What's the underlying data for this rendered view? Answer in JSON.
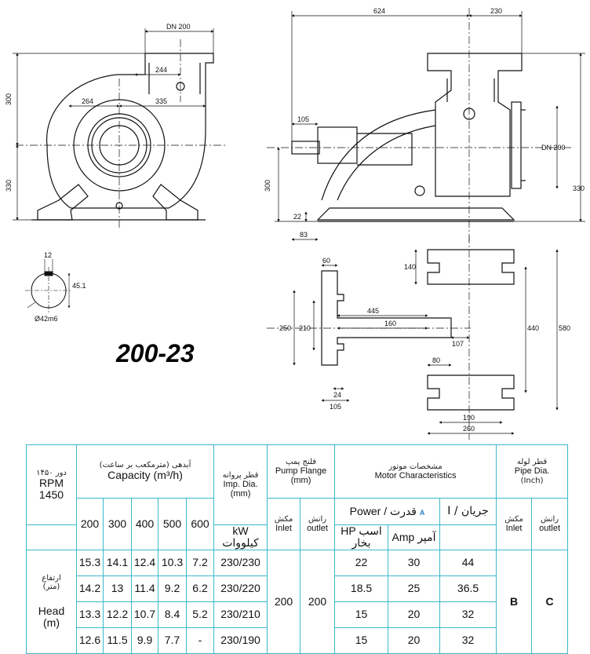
{
  "model_title": "200-23",
  "dimensions": {
    "front_view": {
      "dn_outlet": "DN 200",
      "d244": "244",
      "d264": "264",
      "d335": "335",
      "d300": "300",
      "d330": "330"
    },
    "side_view": {
      "d624": "624",
      "d230": "230",
      "d105": "105",
      "dn_inlet": "DN 200",
      "d300": "300",
      "d330": "330",
      "d22": "22",
      "d83": "83"
    },
    "shaft": {
      "key_width": "12",
      "key_height": "45.1",
      "diameter": "Ø42m6"
    },
    "base": {
      "d60": "60",
      "d250": "250",
      "d210": "210",
      "d445": "445",
      "d160": "160",
      "d107": "107",
      "d80": "80",
      "d24": "24",
      "d105": "105",
      "d140": "140",
      "d440": "440",
      "d580": "580",
      "d190": "190",
      "d260": "260"
    }
  },
  "table": {
    "rpm": {
      "fa": "دور ۱۴۵۰",
      "label": "RPM",
      "value": "1450"
    },
    "capacity": {
      "fa": "آبدهی (مترمکعب بر ساعت)",
      "en": "Capacity (m³/h)",
      "values": [
        "200",
        "300",
        "400",
        "500",
        "600"
      ]
    },
    "impeller": {
      "fa": "قطر پروانه",
      "en": "Imp. Dia.",
      "unit": "(mm)"
    },
    "flange": {
      "fa": "فلنج پمپ",
      "en": "Pump Flange",
      "unit": "(mm)",
      "inlet_fa": "مکش",
      "inlet": "Inlet",
      "outlet_fa": "رانش",
      "outlet": "outlet",
      "inlet_value": "200",
      "outlet_value": "200"
    },
    "motor": {
      "fa": "مشخصات موتور",
      "en": "Motor Characteristics",
      "power": "Power  /  قدرت",
      "power_marker": "A",
      "current": "جریان / I",
      "kw_label": "kW  کیلووات",
      "hp_label": "HP  اسب بخار",
      "amp_label": "Amp   آمپر"
    },
    "pipe": {
      "fa": "قطر لوله",
      "en": "Pipe Dia.",
      "unit": "(Inch)",
      "inlet_fa": "مکش",
      "inlet": "Inlet",
      "outlet_fa": "رانش",
      "outlet": "outlet",
      "inlet_value": "B",
      "outlet_value": "C"
    },
    "head": {
      "fa": "ارتفاع",
      "fa_unit": "(متر)",
      "en": "Head",
      "unit": "(m)"
    },
    "rows": [
      {
        "h": [
          "15.3",
          "14.1",
          "12.4",
          "10.3",
          "7.2"
        ],
        "imp": "230/230",
        "kw": "22",
        "hp": "30",
        "amp": "44"
      },
      {
        "h": [
          "14.2",
          "13",
          "11.4",
          "9.2",
          "6.2"
        ],
        "imp": "230/220",
        "kw": "18.5",
        "hp": "25",
        "amp": "36.5"
      },
      {
        "h": [
          "13.3",
          "12.2",
          "10.7",
          "8.4",
          "5.2"
        ],
        "imp": "230/210",
        "kw": "15",
        "hp": "20",
        "amp": "32"
      },
      {
        "h": [
          "12.6",
          "11.5",
          "9.9",
          "7.7",
          "-"
        ],
        "imp": "230/190",
        "kw": "15",
        "hp": "20",
        "amp": "32"
      }
    ]
  }
}
